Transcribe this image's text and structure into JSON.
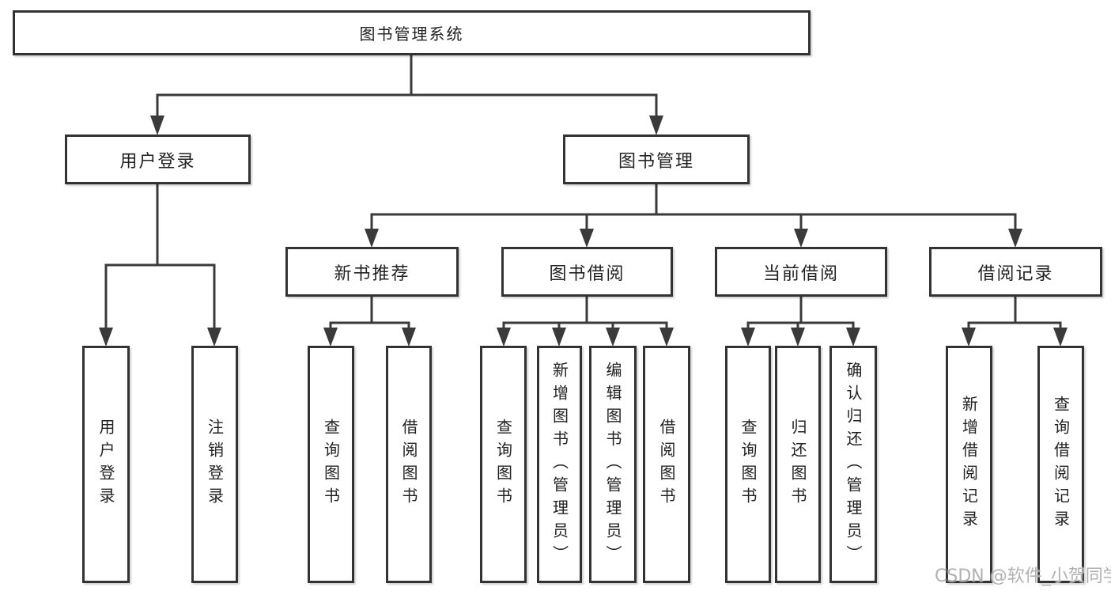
{
  "nodes": {
    "root": {
      "label": "图书管理系统"
    },
    "level2": [
      {
        "label": "用户登录"
      },
      {
        "label": "图书管理"
      }
    ],
    "level3": [
      {
        "label": "新书推荐"
      },
      {
        "label": "图书借阅"
      },
      {
        "label": "当前借阅"
      },
      {
        "label": "借阅记录"
      }
    ],
    "leaves": [
      {
        "label": "用户登录"
      },
      {
        "label": "注销登录"
      },
      {
        "label": "查询图书"
      },
      {
        "label": "借阅图书"
      },
      {
        "label": "查询图书"
      },
      {
        "label": "新增图书（管理员）"
      },
      {
        "label": "编辑图书（管理员）"
      },
      {
        "label": "借阅图书"
      },
      {
        "label": "查询图书"
      },
      {
        "label": "归还图书"
      },
      {
        "label": "确认归还（管理员）"
      },
      {
        "label": "新增借阅记录"
      },
      {
        "label": "查询借阅记录"
      }
    ]
  },
  "watermark": {
    "text": "CSDN @软件_小贺同学"
  },
  "colors": {
    "page_bg": "#ffffff",
    "box_fill": "#ffffff",
    "box_border": "#333333",
    "line": "#3a3a3a",
    "text": "#222222",
    "watermark": "#b1b1b1"
  }
}
